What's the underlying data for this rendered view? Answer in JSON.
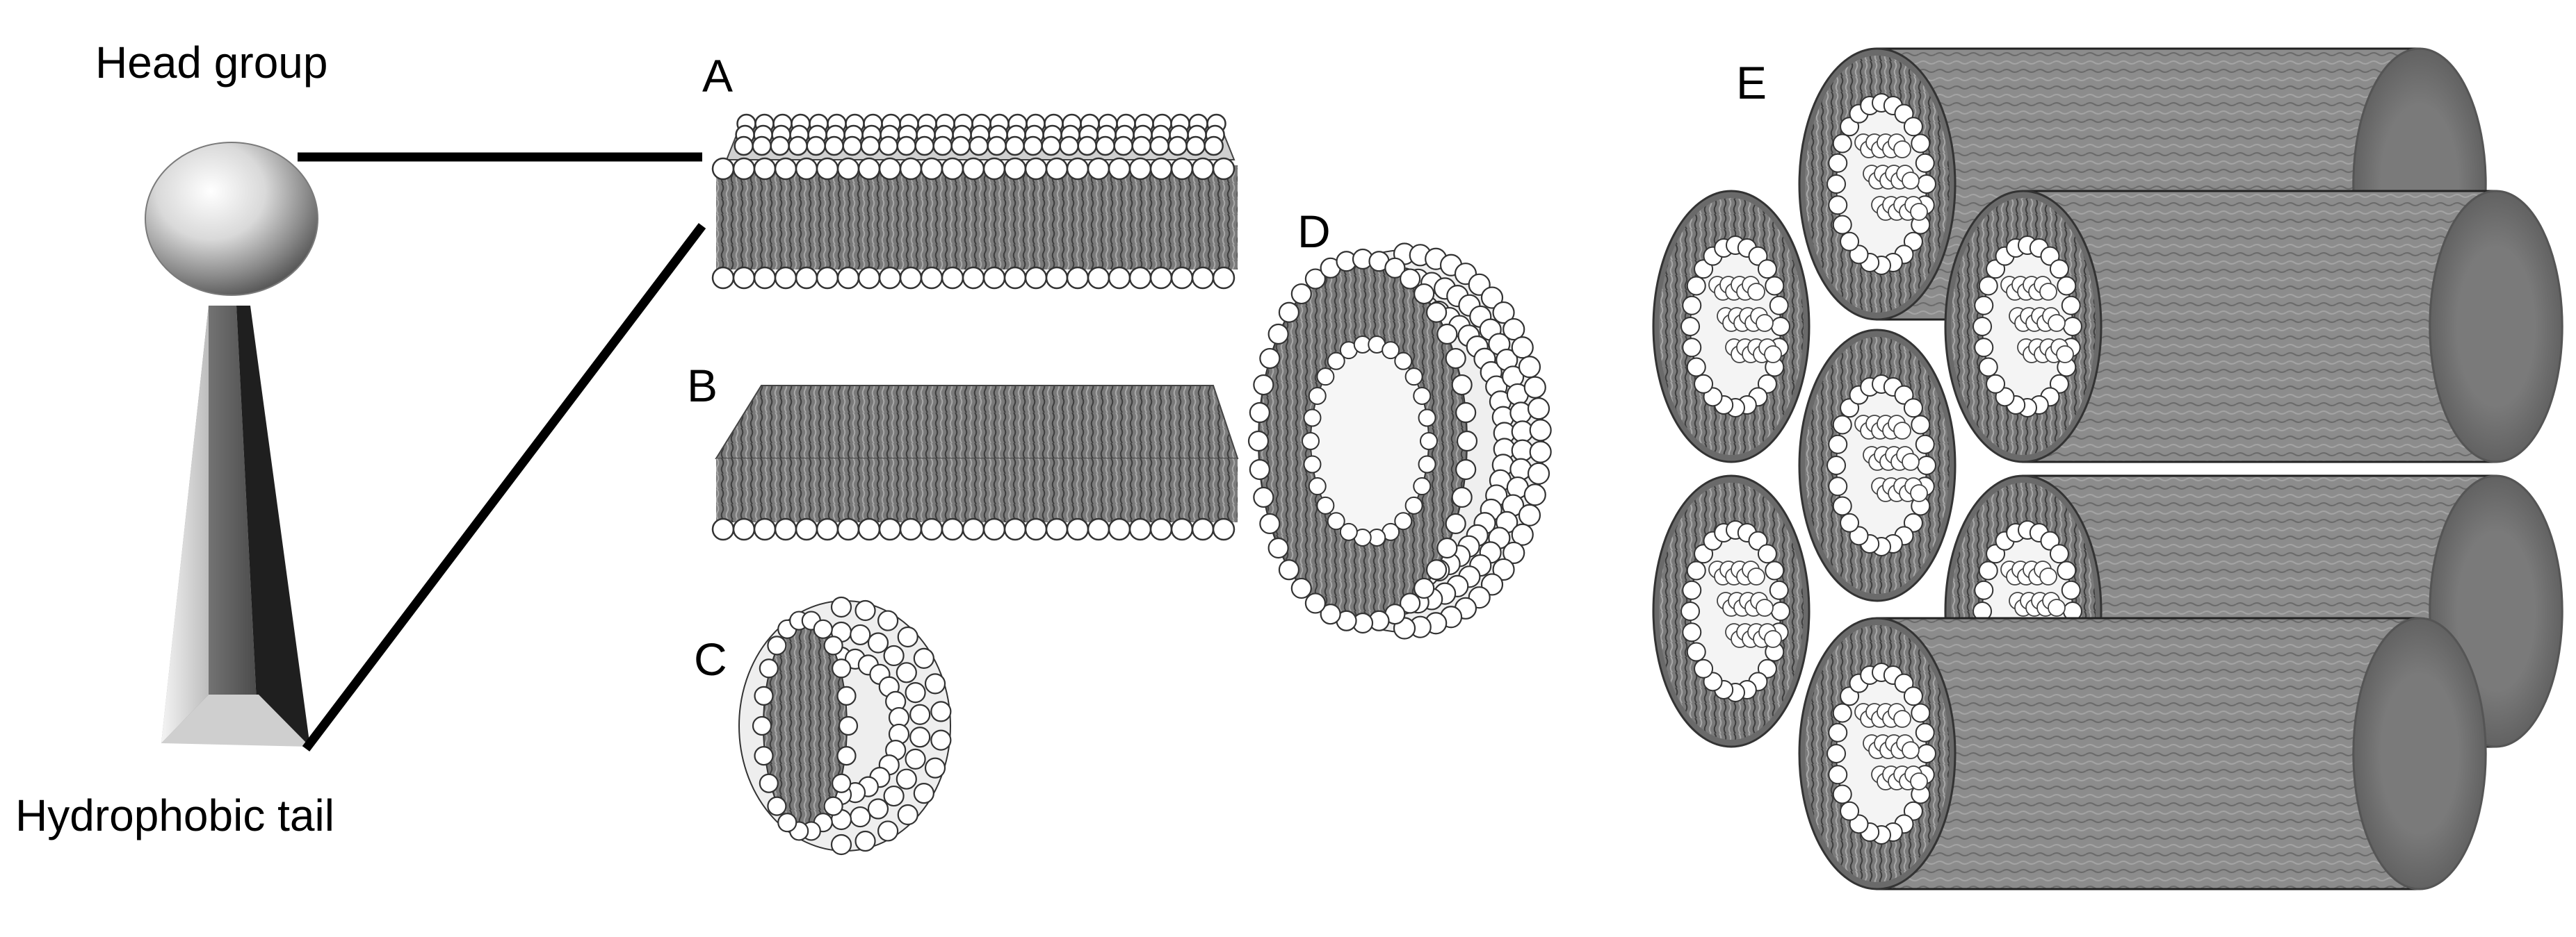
{
  "labels": {
    "head_group": "Head group",
    "hydrophobic_tail": "Hydrophobic tail"
  },
  "panels": [
    {
      "id": "a",
      "letter": "A"
    },
    {
      "id": "b",
      "letter": "B"
    },
    {
      "id": "c",
      "letter": "C"
    },
    {
      "id": "d",
      "letter": "D"
    },
    {
      "id": "e",
      "letter": "E"
    }
  ],
  "colors": {
    "background": "#ffffff",
    "ink": "#000000",
    "lipid_tail": "#6e6e6e",
    "lipid_head": "#ffffff"
  }
}
